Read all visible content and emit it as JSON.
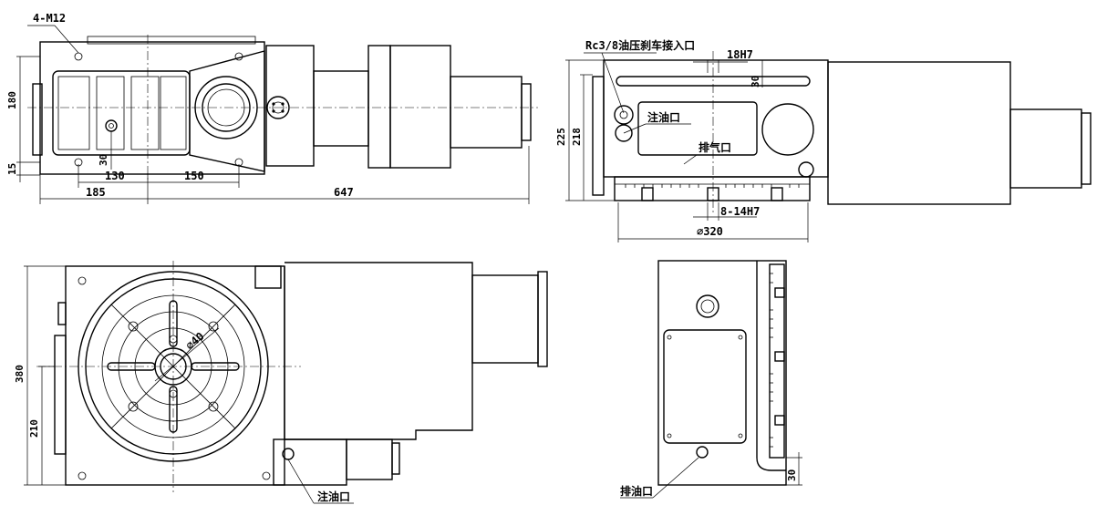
{
  "views": {
    "top": {
      "label_thread": "4-M12",
      "dim_180": "180",
      "dim_15": "15",
      "dim_30": "30",
      "dim_130": "130",
      "dim_150": "150",
      "dim_185": "185",
      "dim_647": "647"
    },
    "side": {
      "label_brake_port": "Rc3/8油压刹车接入口",
      "label_fit_18": "18H7",
      "dim_30": "30",
      "label_oil_fill": "注油口",
      "label_vent": "排气口",
      "dim_225": "225",
      "dim_218": "218",
      "label_slot": "8-14H7",
      "label_dia320": "⌀320"
    },
    "front": {
      "dim_380": "380",
      "dim_210": "210",
      "label_dia40": "⌀40",
      "label_oil_fill": "注油口"
    },
    "end": {
      "dim_30": "30",
      "label_oil_drain": "排油口"
    }
  }
}
